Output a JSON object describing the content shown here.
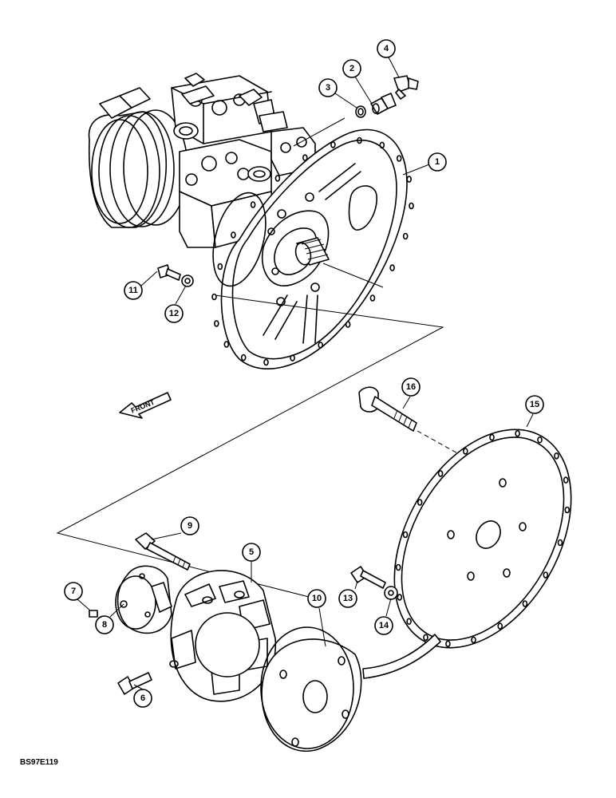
{
  "figure": {
    "id_label": "BS97E119",
    "front_label": "FRONT"
  },
  "callouts": [
    {
      "num": "1",
      "part": "flange-housing"
    },
    {
      "num": "2",
      "part": "adapter-fitting"
    },
    {
      "num": "3",
      "part": "o-ring"
    },
    {
      "num": "4",
      "part": "elbow-fitting"
    },
    {
      "num": "5",
      "part": "rubber-coupling-element"
    },
    {
      "num": "6",
      "part": "cap-screw"
    },
    {
      "num": "7",
      "part": "set-screw"
    },
    {
      "num": "8",
      "part": "coupling-hub"
    },
    {
      "num": "9",
      "part": "cap-screw"
    },
    {
      "num": "10",
      "part": "coupling-disc"
    },
    {
      "num": "11",
      "part": "cap-screw"
    },
    {
      "num": "12",
      "part": "washer"
    },
    {
      "num": "13",
      "part": "cap-screw"
    },
    {
      "num": "14",
      "part": "washer"
    },
    {
      "num": "15",
      "part": "flywheel-plate"
    },
    {
      "num": "16",
      "part": "cap-screw"
    }
  ]
}
